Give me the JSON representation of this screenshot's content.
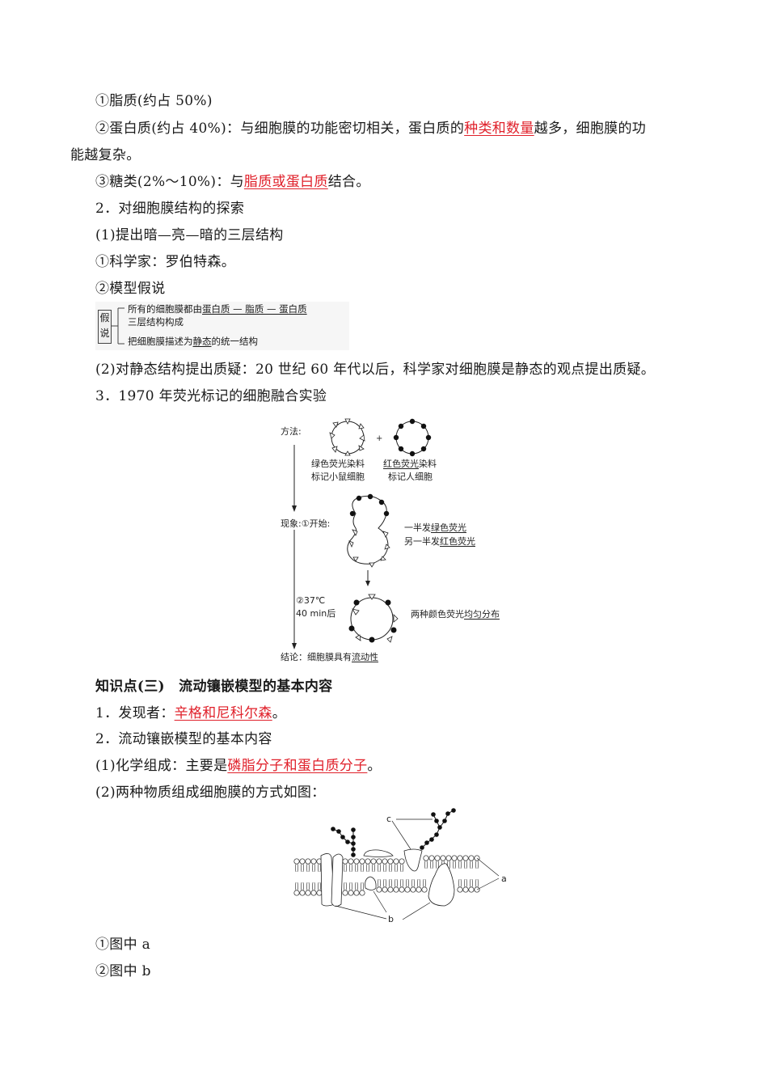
{
  "composition": {
    "lipid": "①脂质(约占 50%)",
    "protein_prefix": "②蛋白质(约占 40%)：与细胞膜的功能密切相关，蛋白质的",
    "protein_highlight": "种类和数量",
    "protein_suffix": "越多，细胞膜的功",
    "protein_cont": "能越复杂。",
    "sugar_prefix": "③糖类(2%～10%)：与",
    "sugar_highlight": "脂质或蛋白质",
    "sugar_suffix": "结合。"
  },
  "section2": {
    "heading": "2．对细胞膜结构的探索",
    "sub1": "(1)提出暗—亮—暗的三层结构",
    "scientist": "①科学家：罗伯特森。",
    "model": "②模型假说",
    "hypothesis": {
      "box_label_1": "假",
      "box_label_2": "说",
      "line1_prefix": "所有的细胞膜都由",
      "line1_ul": "蛋白质 — 脂质 — 蛋白质",
      "line2": "三层结构构成",
      "line3_prefix": "把细胞膜描述为",
      "line3_ul": "静态",
      "line3_suffix": "的统一结构"
    },
    "sub2": "(2)对静态结构提出质疑：20 世纪 60 年代以后，科学家对细胞膜是静态的观点提出质疑。"
  },
  "section3": {
    "heading": "3．1970 年荧光标记的细胞融合实验",
    "diagram": {
      "method_label": "方法:",
      "plus": "+",
      "mouse_cell_1": "绿色荧光染料",
      "mouse_cell_2": "标记小鼠细胞",
      "human_cell_1_ul": "红色荧光",
      "human_cell_1_rest": "染料",
      "human_cell_2": "标记人细胞",
      "phenomenon_label": "现象:①开始:",
      "half1_prefix": "一半发",
      "half1_ul": "绿色荧光",
      "half2_prefix": "另一半发",
      "half2_ul": "红色荧光",
      "condition_1": "②37℃",
      "condition_2": "40 min后",
      "result_prefix": "两种颜色荧光",
      "result_ul": "均匀分布",
      "conclusion_prefix": "结论：细胞膜具有",
      "conclusion_ul": "流动性"
    }
  },
  "knowledge3": {
    "title": "知识点(三)　流动镶嵌模型的基本内容",
    "discoverer_prefix": "1．发现者：",
    "discoverer_highlight": "辛格和尼科尔森",
    "discoverer_suffix": "。",
    "content_heading": "2．流动镶嵌模型的基本内容",
    "chem_prefix": "(1)化学组成：主要是",
    "chem_highlight": "磷脂分子和蛋白质分子",
    "chem_suffix": "。",
    "way": "(2)两种物质组成细胞膜的方式如图：",
    "membrane_labels": {
      "a": "a",
      "b": "b",
      "c": "c"
    },
    "item_a": "①图中 a",
    "item_b": "②图中 b"
  },
  "colors": {
    "highlight": "#e0202a",
    "text": "#1a1a1a"
  }
}
